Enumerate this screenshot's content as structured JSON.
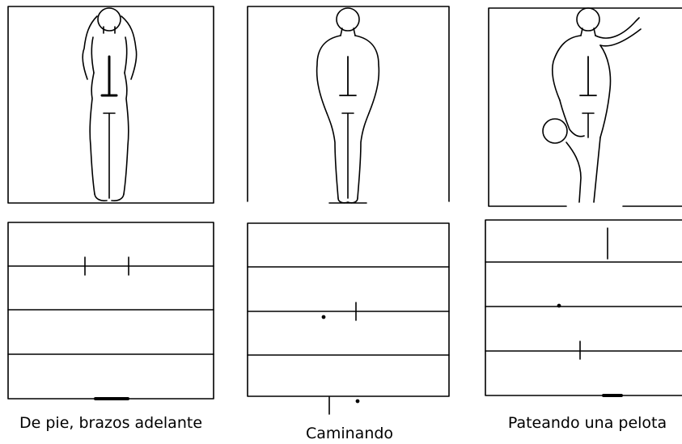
{
  "figures": [
    {
      "id": "standing",
      "caption": "De pie, brazos adelante"
    },
    {
      "id": "walking",
      "caption": "Caminando"
    },
    {
      "id": "kicking",
      "caption": "Pateando una pelota"
    }
  ],
  "line_color": "#000000",
  "background": "#ffffff"
}
